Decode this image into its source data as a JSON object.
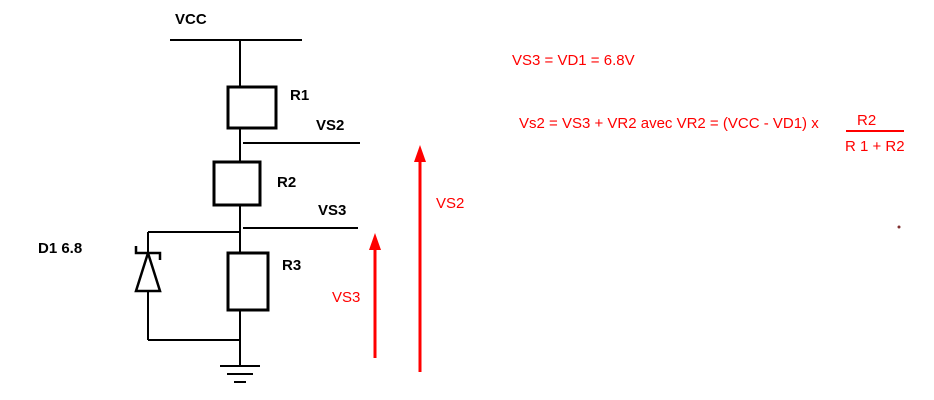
{
  "colors": {
    "wire": "#000000",
    "annotation": "#ff0000",
    "background": "#ffffff"
  },
  "schematic": {
    "vcc_label": "VCC",
    "r1_label": "R1",
    "r2_label": "R2",
    "r3_label": "R3",
    "d1_label": "D1 6.8",
    "vs2_node_label": "VS2",
    "vs3_node_label": "VS3"
  },
  "arrows": {
    "vs2_label": "VS2",
    "vs3_label": "VS3"
  },
  "formulas": {
    "line1": "VS3 = VD1 = 6.8V",
    "line2": "Vs2 = VS3 + VR2 avec VR2 = (VCC - VD1) x",
    "fraction_numerator": "R2",
    "fraction_denominator": "R 1 + R2"
  }
}
